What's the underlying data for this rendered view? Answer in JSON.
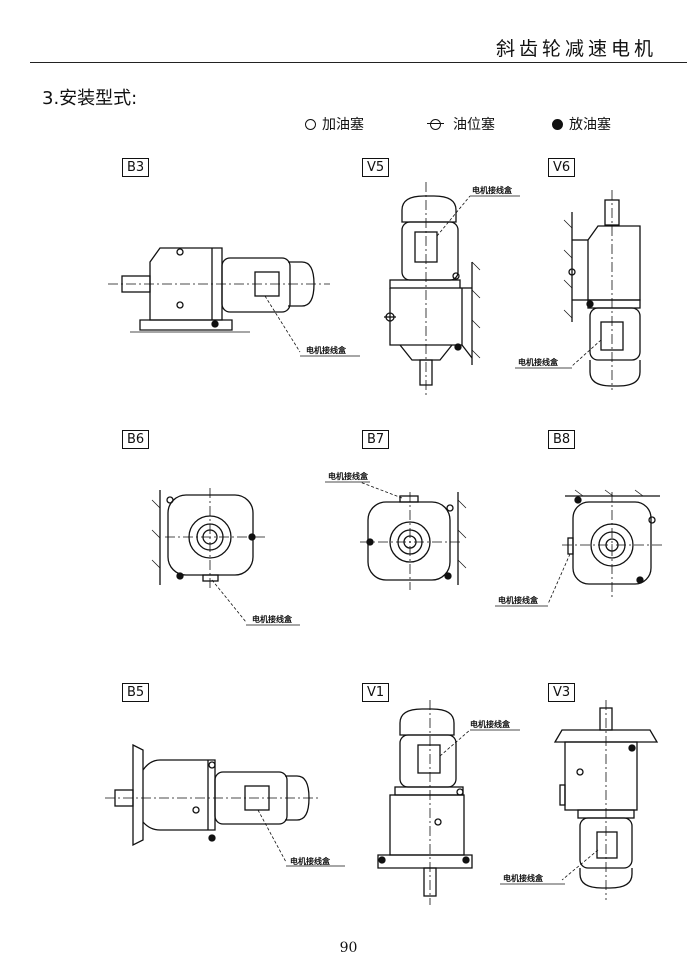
{
  "header": {
    "title": "斜齿轮减速电机"
  },
  "section": {
    "title": "3.安装型式:"
  },
  "legend": [
    {
      "symbol": "open-circle",
      "label": "加油塞"
    },
    {
      "symbol": "barred-circle",
      "label": "油位塞"
    },
    {
      "symbol": "filled-circle",
      "label": "放油塞"
    }
  ],
  "mountings": [
    {
      "code": "B3",
      "callout": "电机接线盒"
    },
    {
      "code": "V5",
      "callout": "电机接线盒"
    },
    {
      "code": "V6",
      "callout": "电机接线盒"
    },
    {
      "code": "B6",
      "callout": "电机接线盒"
    },
    {
      "code": "B7",
      "callout": "电机接线盒"
    },
    {
      "code": "B8",
      "callout": "电机接线盒"
    },
    {
      "code": "B5",
      "callout": "电机接线盒"
    },
    {
      "code": "V1",
      "callout": "电机接线盒"
    },
    {
      "code": "V3",
      "callout": "电机接线盒"
    }
  ],
  "footer": {
    "page_number": "90"
  }
}
